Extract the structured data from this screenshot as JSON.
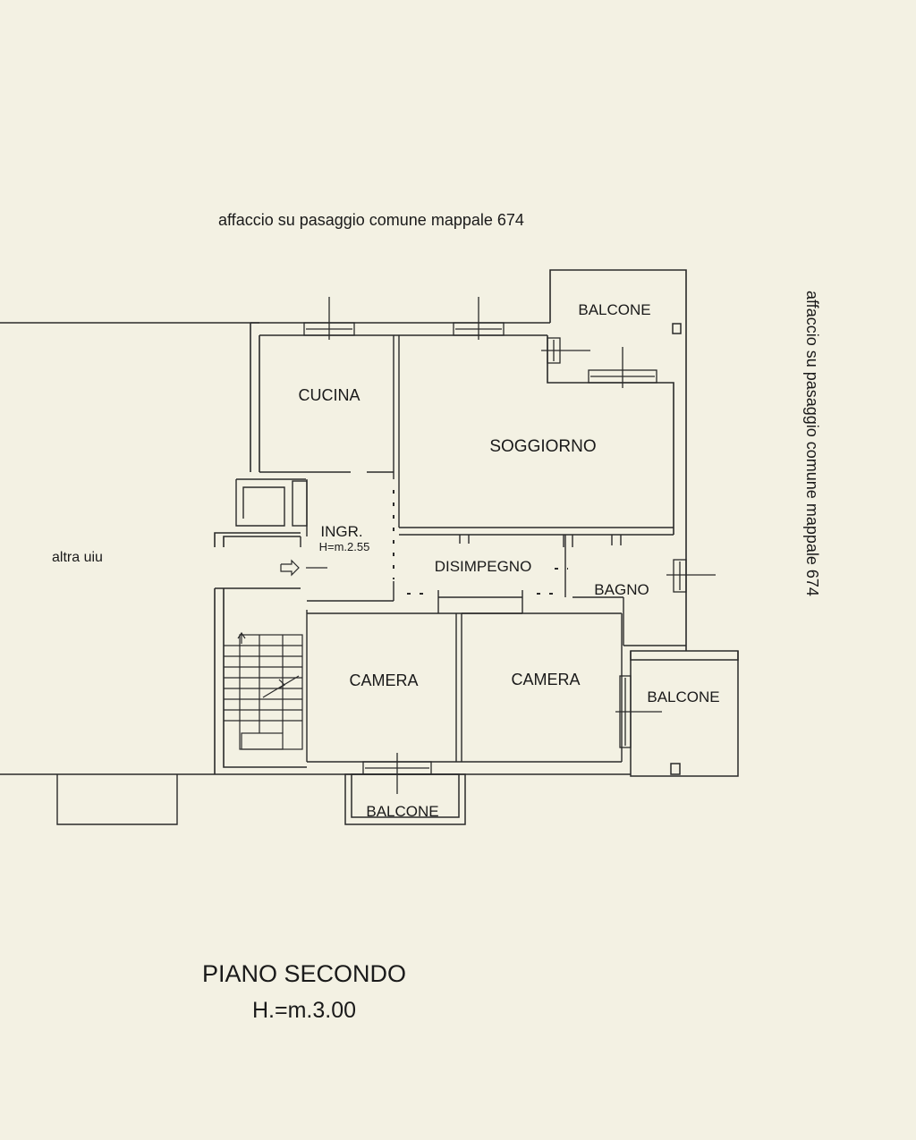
{
  "annotations": {
    "top": "affaccio su pasaggio comune mappale 674",
    "right": "affaccio su pasaggio comune mappale 674",
    "left": "altra uiu"
  },
  "rooms": {
    "cucina": "CUCINA",
    "soggiorno": "SOGGIORNO",
    "ingresso": "INGR.",
    "ingresso_height": "H=m.2.55",
    "disimpegno": "DISIMPEGNO",
    "bagno": "BAGNO",
    "camera_1": "CAMERA",
    "camera_2": "CAMERA",
    "balcone_top": "BALCONE",
    "balcone_right": "BALCONE",
    "balcone_bottom": "BALCONE"
  },
  "title": {
    "floor": "PIANO SECONDO",
    "height": "H.=m.3.00"
  },
  "colors": {
    "paper": "#f3f1e3",
    "line": "#2a2a2a"
  }
}
